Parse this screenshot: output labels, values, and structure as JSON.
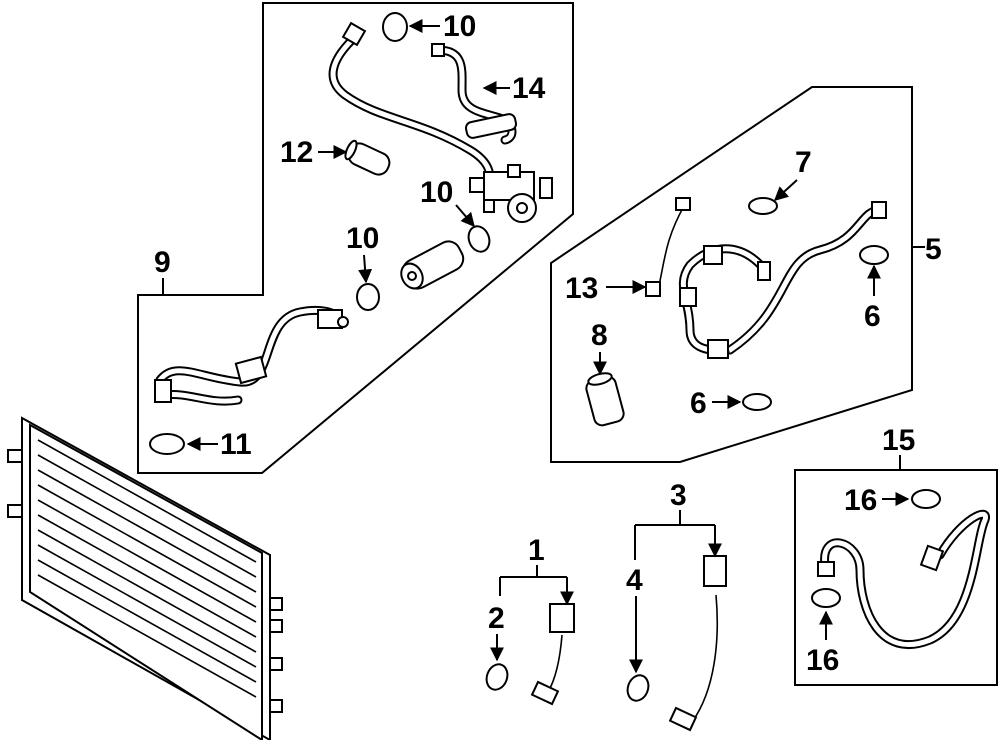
{
  "callouts": {
    "c10a": "10",
    "c14": "14",
    "c12": "12",
    "c10b": "10",
    "c10c": "10",
    "c9": "9",
    "c11": "11",
    "c7": "7",
    "c5": "5",
    "c13": "13",
    "c8": "8",
    "c6a": "6",
    "c6b": "6",
    "c15": "15",
    "c16a": "16",
    "c16b": "16",
    "c1": "1",
    "c2": "2",
    "c3": "3",
    "c4": "4"
  }
}
